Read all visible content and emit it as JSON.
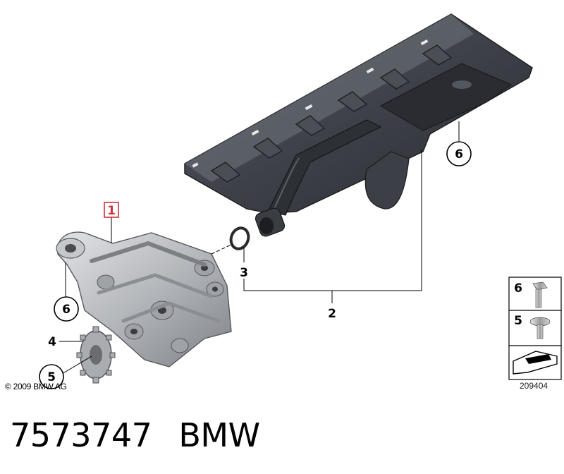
{
  "callouts": {
    "c1": "1",
    "c2": "2",
    "c3": "3",
    "c4": "4",
    "c5": "5",
    "c6_right": "6",
    "c6_left": "6"
  },
  "legend": {
    "item_top": "6",
    "item_mid": "5"
  },
  "copyright": "© 2009 BMW AG",
  "doc_number": "209404",
  "footer": {
    "part_number": "7573747",
    "brand": "BMW"
  },
  "colors": {
    "highlight": "#d0303a",
    "part_dark": "#3a3d44",
    "part_light": "#b9bcc0"
  }
}
